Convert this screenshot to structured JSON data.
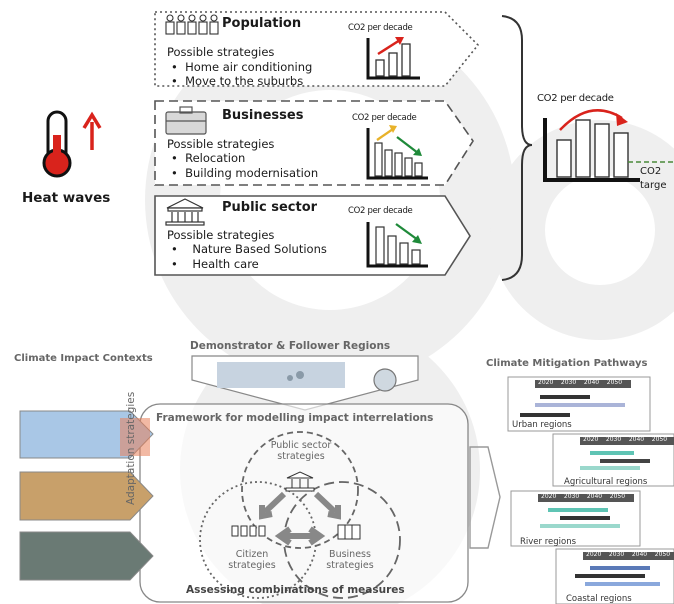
{
  "hazard": {
    "label": "Heat waves",
    "icon": "thermometer-icon"
  },
  "sectors": [
    {
      "title": "Population",
      "strategies_label": "Possible strategies",
      "strategies": [
        "Home air conditioning",
        "Move to the suburbs"
      ],
      "chart_label": "CO2 per decade",
      "icon": "people-icon"
    },
    {
      "title": "Businesses",
      "strategies_label": "Possible strategies",
      "strategies": [
        "Relocation",
        "Building modernisation"
      ],
      "chart_label": "CO2 per decade",
      "icon": "briefcase-icon"
    },
    {
      "title": "Public sector",
      "strategies_label": "Possible strategies",
      "strategies": [
        "Nature Based Solutions",
        "Health care"
      ],
      "chart_label": "CO2 per decade",
      "icon": "government-building-icon"
    }
  ],
  "aggregate": {
    "chart_label": "CO2 per decade",
    "target_label_1": "CO2",
    "target_label_2": "targe"
  },
  "lower": {
    "impact_contexts": "Climate Impact Contexts",
    "regions_title": "Demonstrator & Follower Regions",
    "framework_title": "Framework for modelling impact interrelations",
    "adaptation": "Adaptation strategies",
    "public_sector_strategies": [
      "Public sector",
      "strategies"
    ],
    "citizen_strategies": [
      "Citizen",
      "strategies"
    ],
    "business_strategies": [
      "Business",
      "strategies"
    ],
    "assessing": "Assessing combinations of measures",
    "pathways_title": "Climate Mitigation Pathways",
    "pathways": [
      {
        "label": "Urban regions",
        "years": [
          "2020",
          "2030",
          "2040",
          "2050"
        ]
      },
      {
        "label": "Agricultural regions",
        "years": [
          "2020",
          "2030",
          "2040",
          "2050"
        ]
      },
      {
        "label": "River regions",
        "years": [
          "2020",
          "2030",
          "2040",
          "2050"
        ]
      },
      {
        "label": "Coastal regions",
        "years": [
          "2020",
          "2030",
          "2040",
          "2050"
        ]
      }
    ]
  },
  "colors": {
    "arrow_red": "#e0261f",
    "arrow_green": "#1f8a3a",
    "arrow_yellow": "#e8b22a",
    "teal": "#5fc4b4",
    "gear": "#eeeeee"
  }
}
